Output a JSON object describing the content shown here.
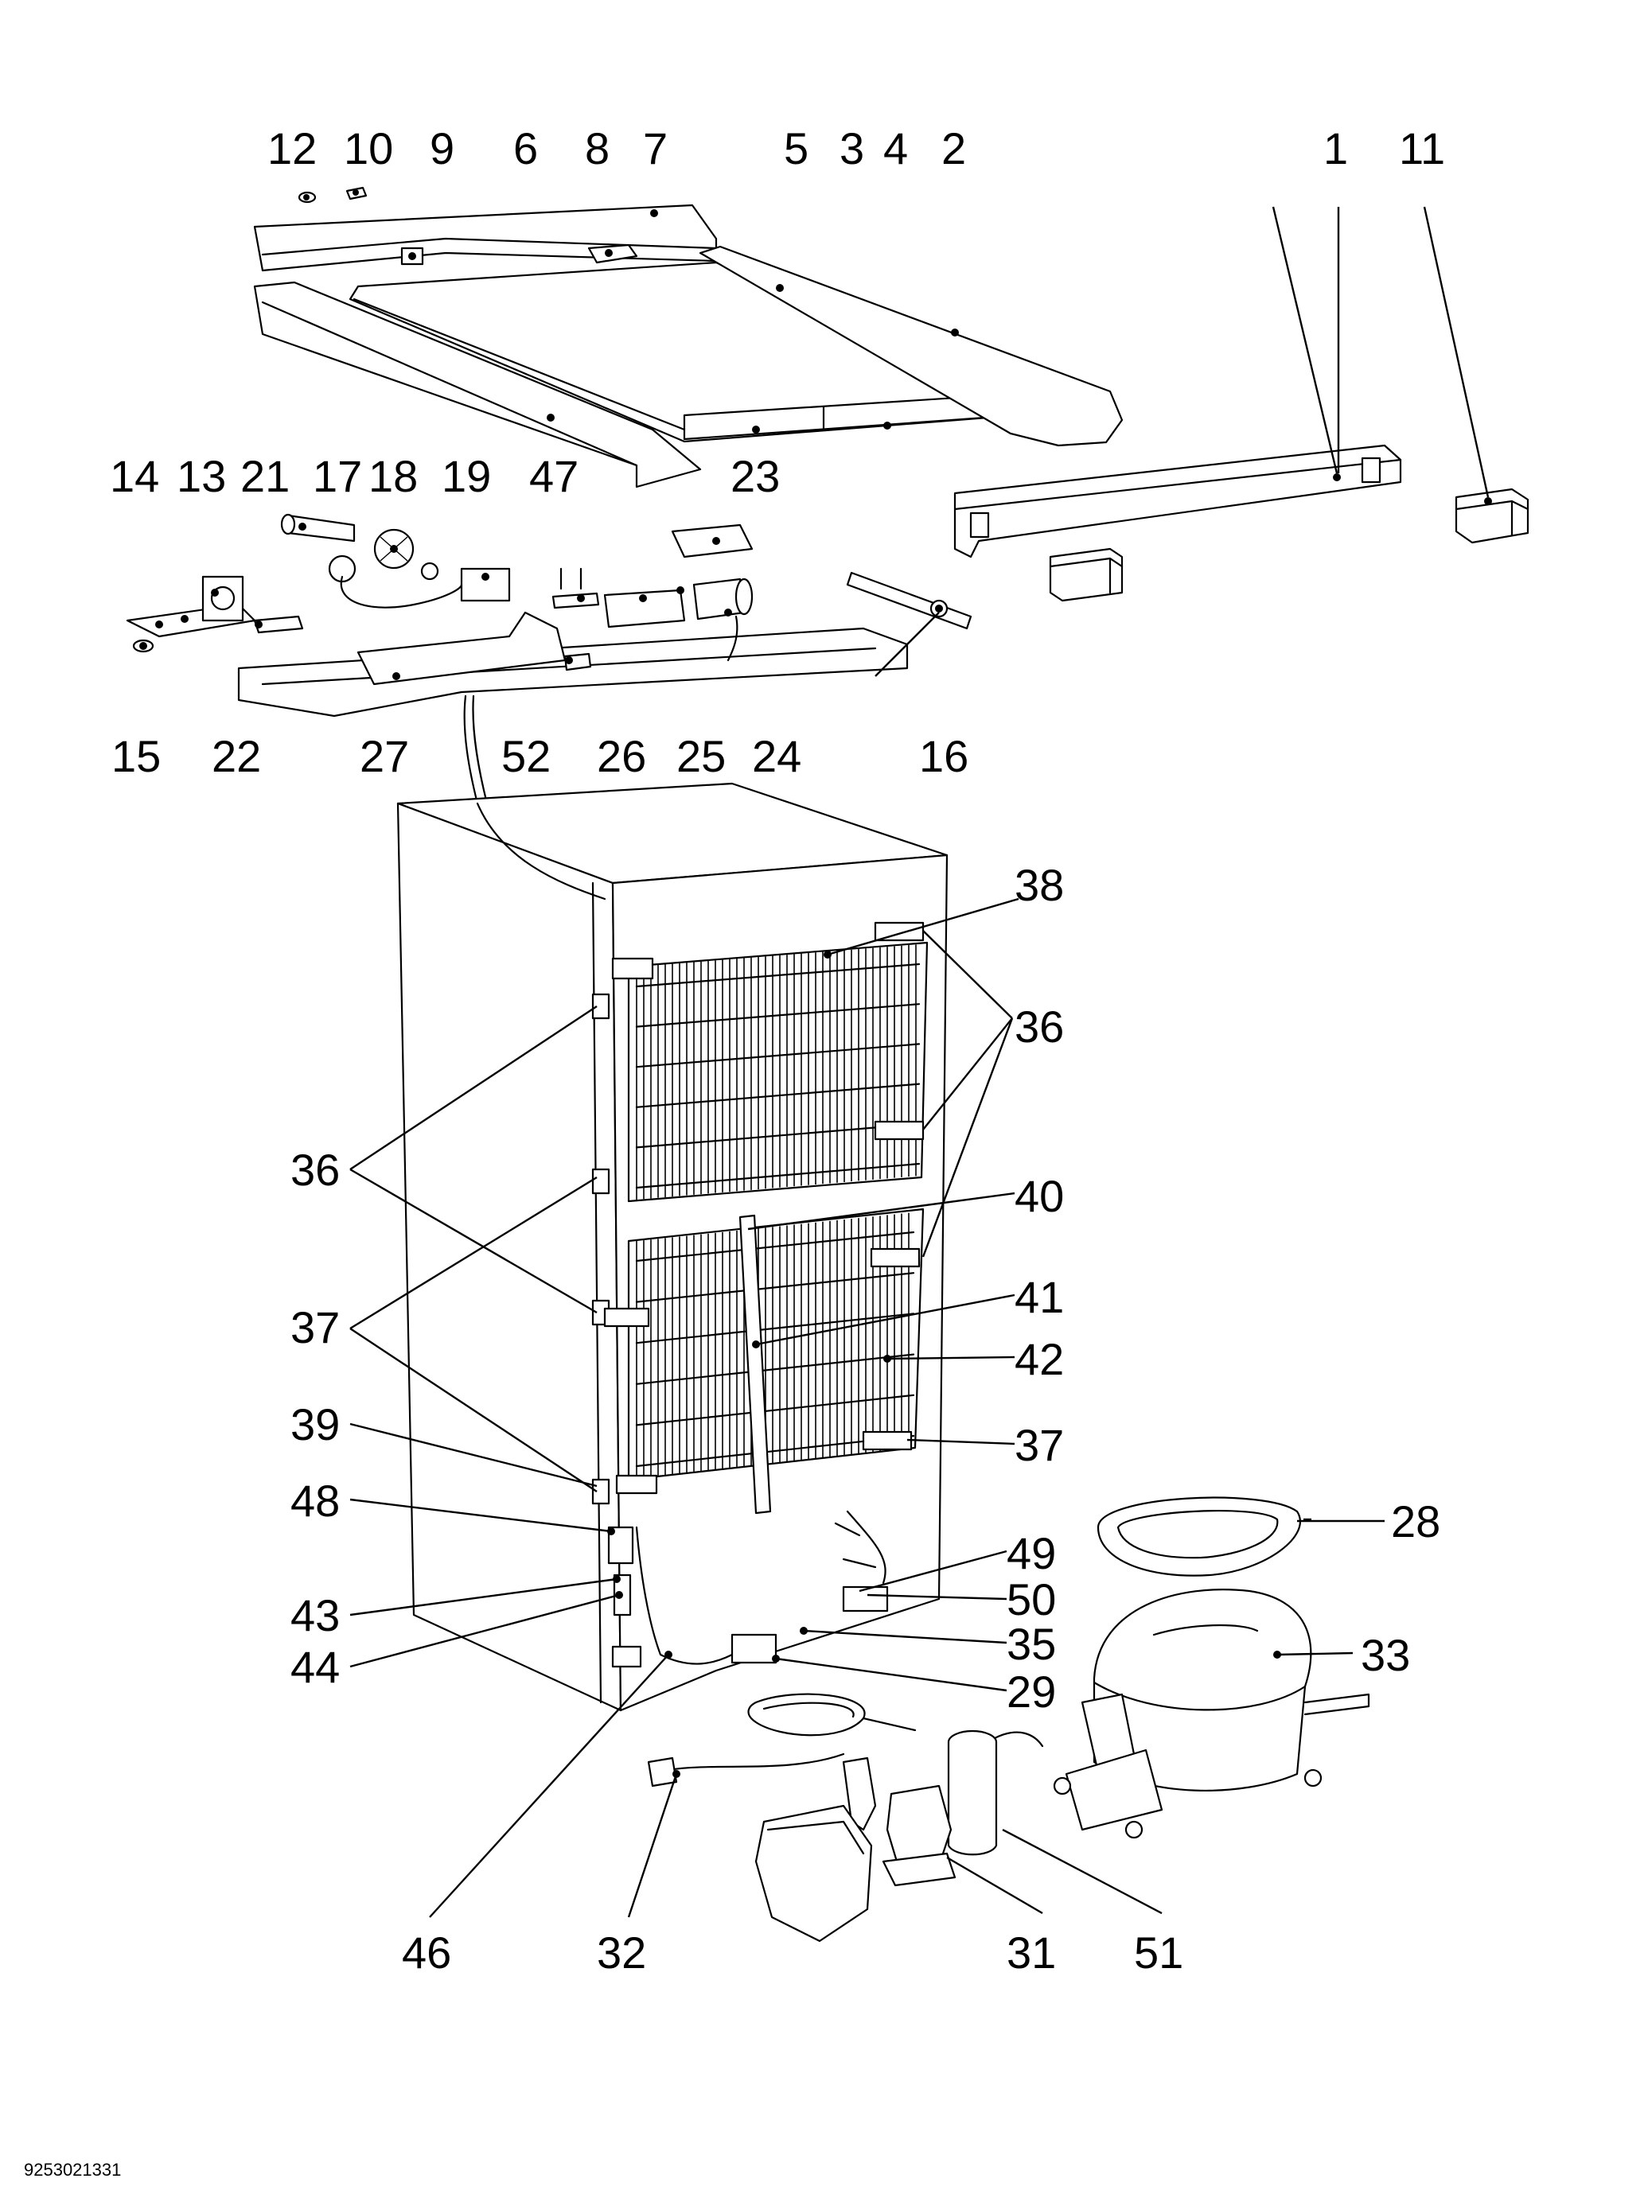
{
  "document_code": "9253021331",
  "callouts": [
    {
      "id": "c12",
      "text": "12"
    },
    {
      "id": "c10",
      "text": "10"
    },
    {
      "id": "c9",
      "text": "9"
    },
    {
      "id": "c6",
      "text": "6"
    },
    {
      "id": "c8",
      "text": "8"
    },
    {
      "id": "c7",
      "text": "7"
    },
    {
      "id": "c5",
      "text": "5"
    },
    {
      "id": "c3",
      "text": "3"
    },
    {
      "id": "c4",
      "text": "4"
    },
    {
      "id": "c2",
      "text": "2"
    },
    {
      "id": "c1",
      "text": "1"
    },
    {
      "id": "c11",
      "text": "11"
    },
    {
      "id": "c14",
      "text": "14"
    },
    {
      "id": "c13",
      "text": "13"
    },
    {
      "id": "c21",
      "text": "21"
    },
    {
      "id": "c17",
      "text": "17"
    },
    {
      "id": "c18",
      "text": "18"
    },
    {
      "id": "c19",
      "text": "19"
    },
    {
      "id": "c47",
      "text": "47"
    },
    {
      "id": "c23",
      "text": "23"
    },
    {
      "id": "c15",
      "text": "15"
    },
    {
      "id": "c22",
      "text": "22"
    },
    {
      "id": "c27",
      "text": "27"
    },
    {
      "id": "c52",
      "text": "52"
    },
    {
      "id": "c26",
      "text": "26"
    },
    {
      "id": "c25",
      "text": "25"
    },
    {
      "id": "c24",
      "text": "24"
    },
    {
      "id": "c16",
      "text": "16"
    },
    {
      "id": "c38",
      "text": "38"
    },
    {
      "id": "c36a",
      "text": "36"
    },
    {
      "id": "c36b",
      "text": "36"
    },
    {
      "id": "c40",
      "text": "40"
    },
    {
      "id": "c41",
      "text": "41"
    },
    {
      "id": "c42",
      "text": "42"
    },
    {
      "id": "c37a",
      "text": "37"
    },
    {
      "id": "c37b",
      "text": "37"
    },
    {
      "id": "c39",
      "text": "39"
    },
    {
      "id": "c48",
      "text": "48"
    },
    {
      "id": "c28",
      "text": "28"
    },
    {
      "id": "c49",
      "text": "49"
    },
    {
      "id": "c50",
      "text": "50"
    },
    {
      "id": "c43",
      "text": "43"
    },
    {
      "id": "c35",
      "text": "35"
    },
    {
      "id": "c44",
      "text": "44"
    },
    {
      "id": "c33",
      "text": "33"
    },
    {
      "id": "c29",
      "text": "29"
    },
    {
      "id": "c46",
      "text": "46"
    },
    {
      "id": "c32",
      "text": "32"
    },
    {
      "id": "c31",
      "text": "31"
    },
    {
      "id": "c51",
      "text": "51"
    }
  ]
}
